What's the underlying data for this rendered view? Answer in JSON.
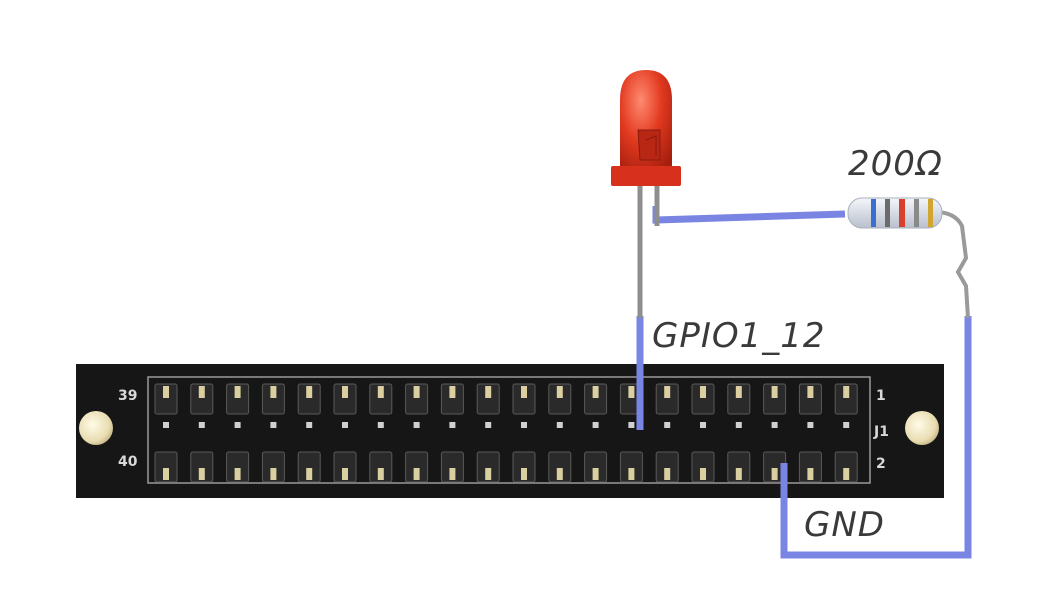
{
  "labels": {
    "resistor_value": "200Ω",
    "signal_pin": "GPIO1_12",
    "ground_pin": "GND"
  },
  "header": {
    "pin_top_left": "39",
    "pin_bottom_left": "40",
    "pin_top_right": "1",
    "pin_bottom_right": "2",
    "connector_ref": "J1"
  },
  "colors": {
    "wire": "#7a85e3",
    "pcb": "#141414",
    "led": "#d9301c",
    "resistor_body": "#dfe3ea"
  }
}
